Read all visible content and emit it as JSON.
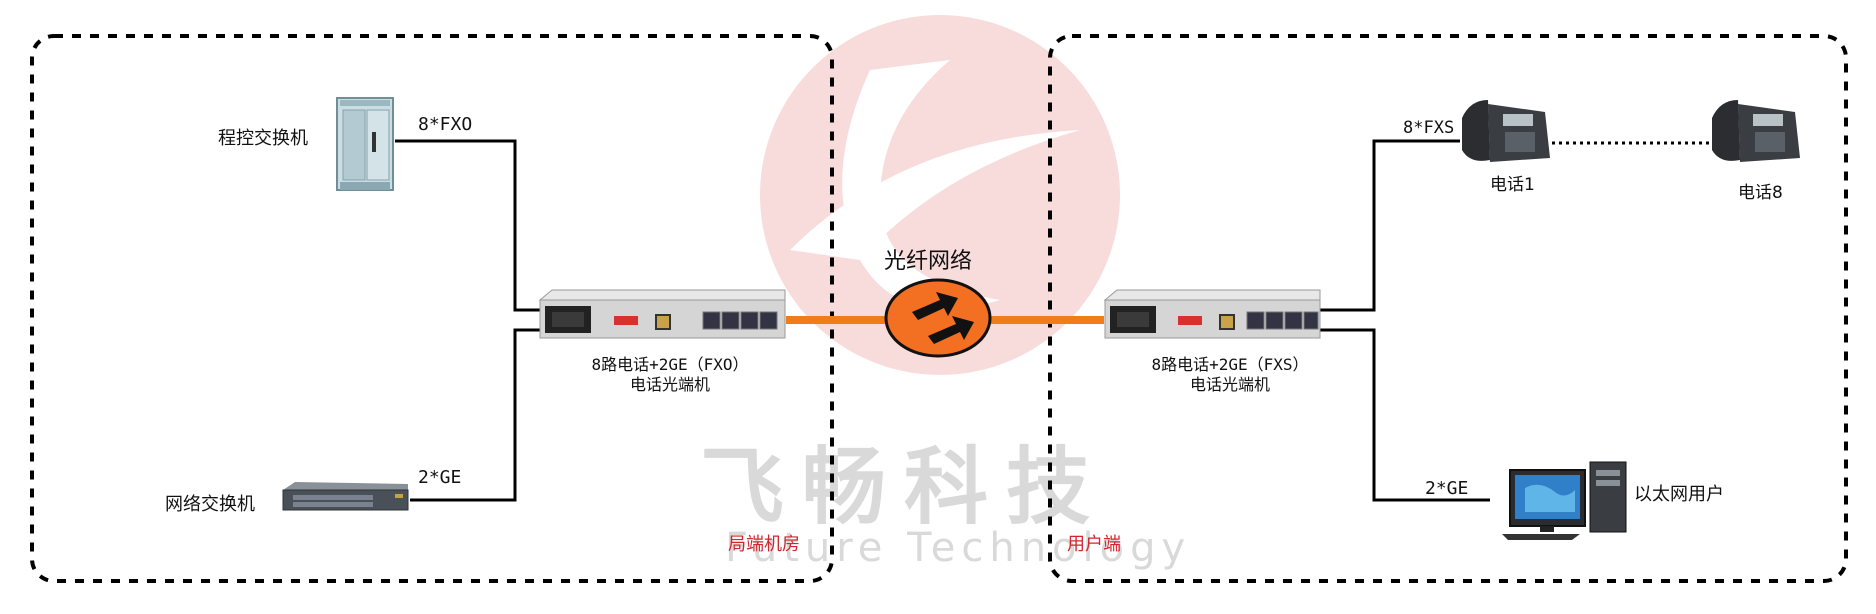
{
  "left_site": {
    "pbx_label": "程控交换机",
    "fxo_label": "8*FXO",
    "switch_label": "网络交换机",
    "ge_label": "2*GE",
    "device_line1": "8路电话+2GE（FXO）",
    "device_line2": "电话光端机",
    "zone_label": "局端机房"
  },
  "network": {
    "label": "光纤网络"
  },
  "right_site": {
    "fxs_label": "8*FXS",
    "phone1_label": "电话1",
    "phone8_label": "电话8",
    "ge_label": "2*GE",
    "pc_label": "以太网用户",
    "device_line1": "8路电话+2GE（FXS）",
    "device_line2": "电话光端机",
    "zone_label": "用户端"
  },
  "watermark": {
    "cn_text": "飞畅科技",
    "en_text": "Future Technology"
  },
  "colors": {
    "fiber": "#f07d1a",
    "fiber_ellipse": "#f36f21",
    "zone_label": "#d0262d",
    "watermark_logo": "#f6d2d2",
    "watermark_text": "#d9d9d9"
  }
}
